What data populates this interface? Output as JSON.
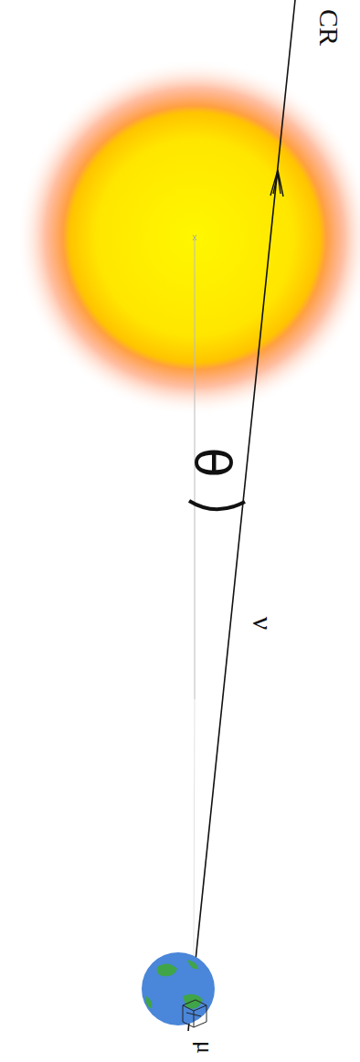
{
  "diagram": {
    "labels": [
      "CR",
      "θ",
      "ν",
      "μ"
    ]
  }
}
